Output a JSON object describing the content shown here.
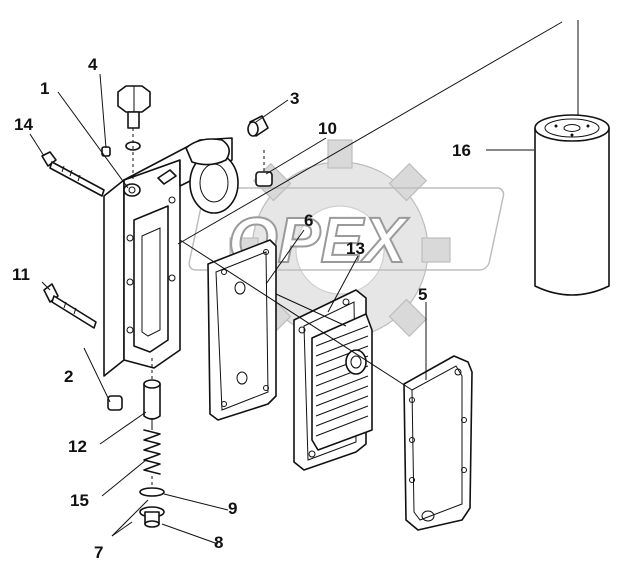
{
  "watermark": {
    "text": "OPEX"
  },
  "callouts": [
    {
      "id": "c1",
      "label": "1"
    },
    {
      "id": "c2",
      "label": "2"
    },
    {
      "id": "c3",
      "label": "3"
    },
    {
      "id": "c4",
      "label": "4"
    },
    {
      "id": "c5",
      "label": "5"
    },
    {
      "id": "c6",
      "label": "6"
    },
    {
      "id": "c7",
      "label": "7"
    },
    {
      "id": "c8",
      "label": "8"
    },
    {
      "id": "c9",
      "label": "9"
    },
    {
      "id": "c10",
      "label": "10"
    },
    {
      "id": "c11",
      "label": "11"
    },
    {
      "id": "c12",
      "label": "12"
    },
    {
      "id": "c13",
      "label": "13"
    },
    {
      "id": "c14",
      "label": "14"
    },
    {
      "id": "c15",
      "label": "15"
    },
    {
      "id": "c16",
      "label": "16"
    }
  ]
}
